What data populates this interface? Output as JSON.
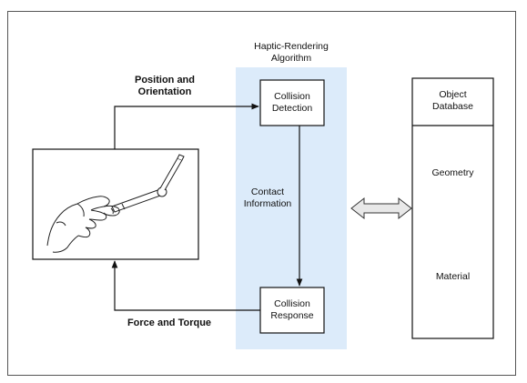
{
  "algorithm": {
    "title": "Haptic-Rendering\nAlgorithm",
    "collision_detection": "Collision\nDetection",
    "contact_information": "Contact\nInformation",
    "collision_response": "Collision\nResponse",
    "panel_color": "#dcebfa"
  },
  "database": {
    "title": "Object\nDatabase",
    "geometry": "Geometry",
    "material": "Material"
  },
  "arrows": {
    "position_orientation": "Position and\nOrientation",
    "force_torque": "Force and Torque"
  },
  "icons": {
    "device": "hand-holding-haptic-stylus-icon",
    "exchange": "double-headed-arrow-icon"
  }
}
